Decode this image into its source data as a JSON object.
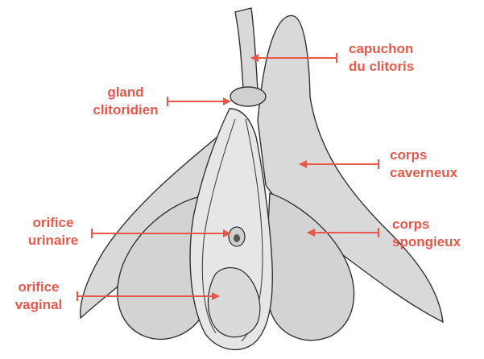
{
  "colors": {
    "label": "#e8584a",
    "tissue_fill": "#d9d9d9",
    "outline": "#333333",
    "background": "#ffffff"
  },
  "labels": {
    "capuchon": [
      "capuchon",
      "du clitoris"
    ],
    "gland": [
      "gland",
      "clitoridien"
    ],
    "corps_caverneux": [
      "corps",
      "caverneux"
    ],
    "orifice_urinaire": [
      "orifice",
      "urinaire"
    ],
    "corps_spongieux": [
      "corps",
      "spongieux"
    ],
    "orifice_vaginal": [
      "orifice",
      "vaginal"
    ]
  }
}
